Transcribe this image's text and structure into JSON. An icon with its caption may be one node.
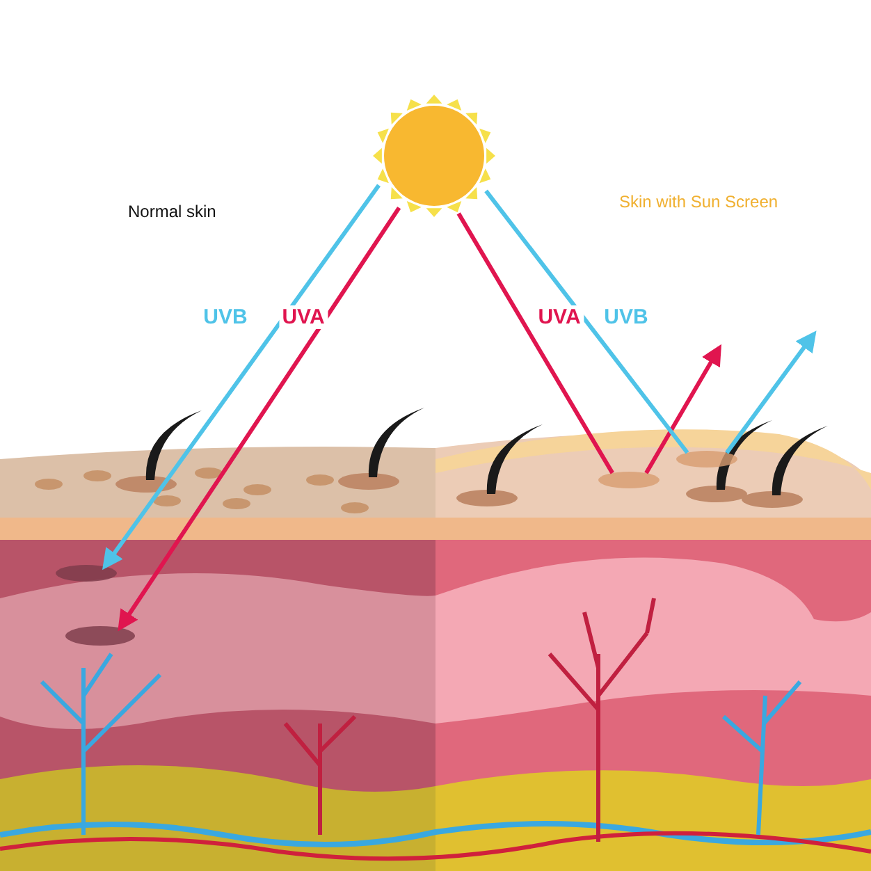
{
  "diagram": {
    "nodes": [
      {
        "text": [],
        "shape": "picture"
      },
      {
        "text": [],
        "shape": "circle"
      },
      {
        "text": [],
        "shape": "circle"
      },
      {
        "text": [],
        "shape": "circle"
      },
      {
        "text": [],
        "shape": "circle"
      }
    ],
    "edges": [
      {
        "from": 0,
        "to": 1,
        "arrow": "to",
        "label": "UVB",
        "color": "#4fc3e8"
      },
      {
        "from": 0,
        "to": 2,
        "arrow": "to",
        "label": "UVA",
        "color": "#e0154f"
      },
      {
        "from": 0,
        "to": 3,
        "arrow": "none",
        "label": "UVA",
        "color": "#e0154f"
      },
      {
        "from": 3,
        "to": null,
        "arrow": "to",
        "color": "#e0154f"
      },
      {
        "from": 0,
        "to": 4,
        "arrow": "none",
        "label": "UVB",
        "color": "#4fc3e8"
      },
      {
        "from": 4,
        "to": null,
        "arrow": "to",
        "color": "#4fc3e8"
      }
    ],
    "labels": [
      "Normal skin",
      "Skin with Sun Screen"
    ]
  }
}
